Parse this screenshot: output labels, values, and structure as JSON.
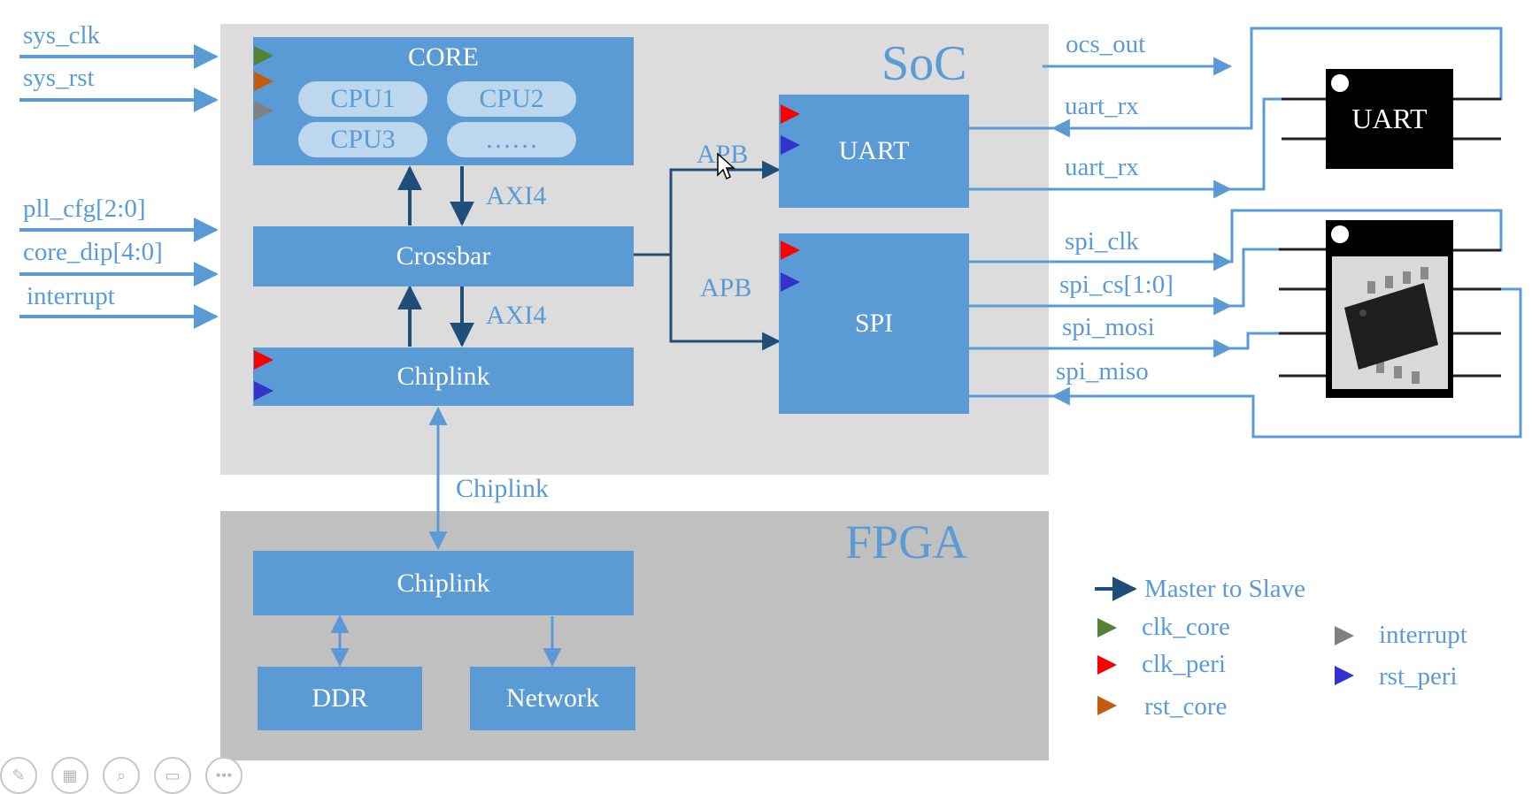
{
  "colors": {
    "soc_bg": "#dcdcdc",
    "fpga_bg": "#c0c0c0",
    "block": "#5b9bd5",
    "pill": "#bdd7ee",
    "label": "#5b9bd5",
    "master_arrow": "#1f4e79",
    "clk_core": "#548235",
    "clk_peri": "#ff0000",
    "rst_core": "#c55a11",
    "interrupt": "#808080",
    "rst_peri": "#3333cc"
  },
  "regions": {
    "soc": "SoC",
    "fpga": "FPGA"
  },
  "core": {
    "title": "CORE",
    "cpus": [
      "CPU1",
      "CPU2",
      "CPU3",
      "……"
    ]
  },
  "blocks": {
    "crossbar": "Crossbar",
    "chiplink_soc": "Chiplink",
    "chiplink_fpga": "Chiplink",
    "uart": "UART",
    "spi": "SPI",
    "ddr": "DDR",
    "network": "Network"
  },
  "bus_labels": {
    "axi4_top": "AXI4",
    "axi4_bottom": "AXI4",
    "apb_uart": "APB",
    "apb_spi": "APB",
    "chiplink_link": "Chiplink"
  },
  "inputs": [
    "sys_clk",
    "sys_rst",
    "pll_cfg[2:0]",
    "core_dip[4:0]",
    "interrupt"
  ],
  "outputs": {
    "ocs_out": "ocs_out",
    "uart_rx_in": "uart_rx",
    "uart_rx_out": "uart_rx",
    "spi_clk": "spi_clk",
    "spi_cs": "spi_cs[1:0]",
    "spi_mosi": "spi_mosi",
    "spi_miso": "spi_miso"
  },
  "chip_uart_label": "UART",
  "legend": {
    "master_to_slave": "Master to Slave",
    "clk_core": "clk_core",
    "clk_peri": "clk_peri",
    "rst_core": "rst_core",
    "interrupt": "interrupt",
    "rst_peri": "rst_peri"
  },
  "toolbar_icons": [
    "pen-icon",
    "slides-icon",
    "zoom-icon",
    "subtitle-icon",
    "more-icon"
  ]
}
